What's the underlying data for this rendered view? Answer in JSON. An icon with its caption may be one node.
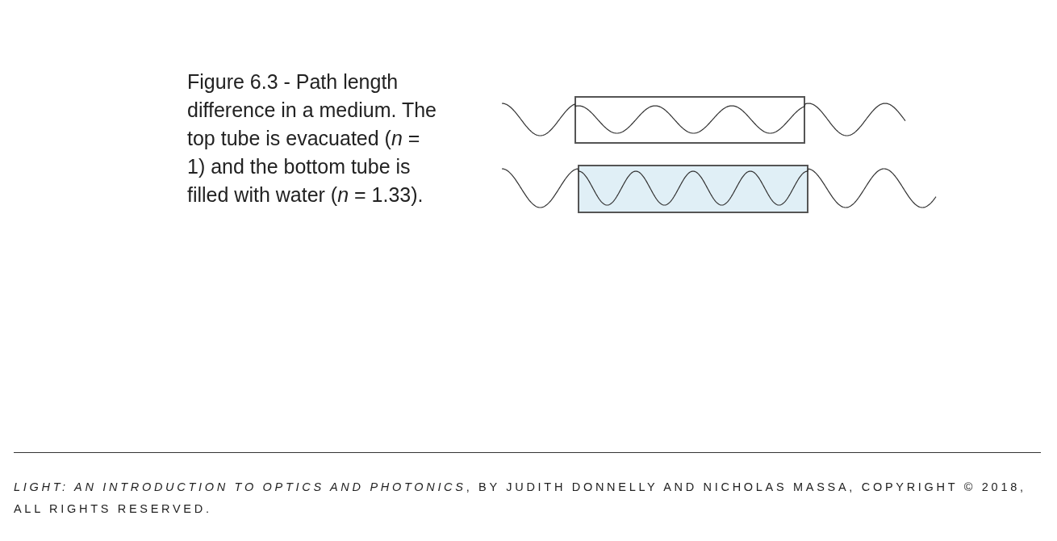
{
  "diagram": {
    "caption": "Figure 6.3 - Path length difference in a medium. The top tube is evacuated (*n* = 1) and the bottom tube is filled with water (*n* = 1.33).",
    "nodes": [
      {
        "text": [],
        "shape": "box"
      },
      {
        "text": [],
        "shape": "box"
      }
    ],
    "labels": [
      "*LIGHT: AN INTRODUCTION TO OPTICS AND PHOTONICS*, BY JUDITH DONNELLY AND NICHOLAS MASSA, COPYRIGHT © 2018, ALL RIGHTS RESERVED."
    ]
  }
}
